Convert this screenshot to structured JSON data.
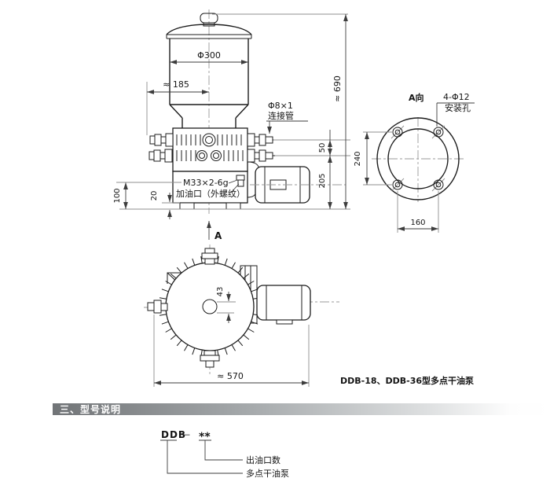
{
  "front_view": {
    "dim_diameter": "Φ300",
    "dim_width_approx": "≈ 185",
    "dim_height_approx": "≈ 690",
    "dim_port_rows": "50",
    "dim_motor_axis": "205",
    "dim_fill_height": "100",
    "dim_foot": "20",
    "connector_spec": "Φ8×1",
    "connector_name": "连接管",
    "fill_port_thread": "M33×2-6g",
    "fill_port_name": "加油口（外螺纹）",
    "view_arrow": "A"
  },
  "flange_view": {
    "view_title": "A向",
    "holes_spec": "4-Φ12",
    "holes_name": "安装孔",
    "dim_vertical": "240",
    "dim_horizontal": "160"
  },
  "plan_view": {
    "dim_offset": "43",
    "dim_length_approx": "≈ 570"
  },
  "caption": "DDB-18、DDB-36型多点干油泵",
  "section": {
    "heading": "三、型号说明",
    "model": {
      "prefix": "DDB",
      "dash": "—",
      "placeholder": "**",
      "outlets_label": "出油口数",
      "pump_label": "多点干油泵"
    }
  },
  "colors": {
    "object_line": "#1c1c1c",
    "dimension_line": "#3d3d3d",
    "thin_line": "#8f8f8f",
    "centerline": "#9a9a9a",
    "heading_bar_start": "#717477",
    "heading_bar_end": "#ffffff",
    "heading_text": "#ffffff"
  }
}
